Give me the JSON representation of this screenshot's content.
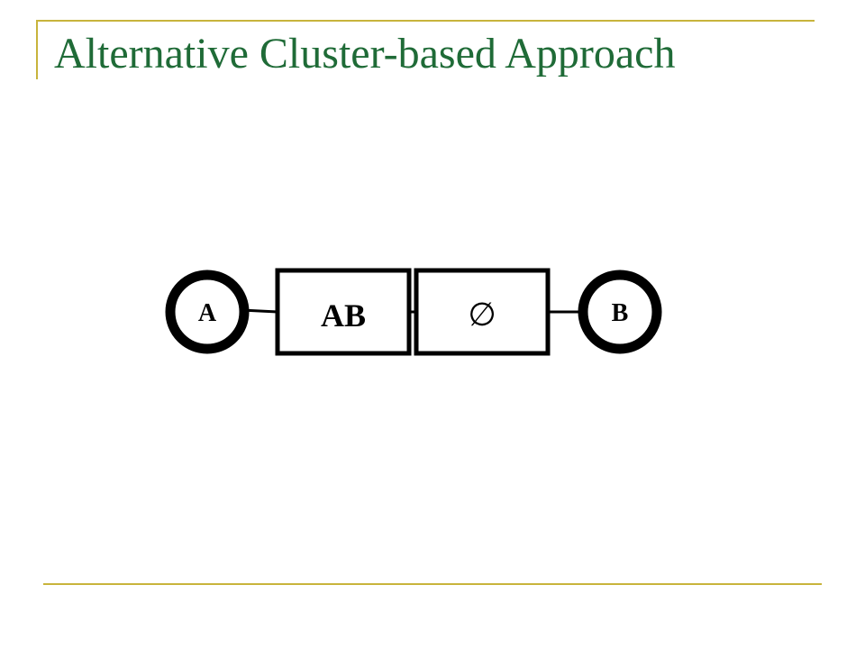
{
  "slide": {
    "title": "Alternative Cluster-based Approach",
    "accent_color": "#c8b43c",
    "title_color": "#1f6b37"
  },
  "diagram": {
    "node_a": {
      "label": "A"
    },
    "node_b": {
      "label": "B"
    },
    "cluster_ab": {
      "label": "AB"
    },
    "cluster_empty": {
      "label": "∅"
    }
  }
}
